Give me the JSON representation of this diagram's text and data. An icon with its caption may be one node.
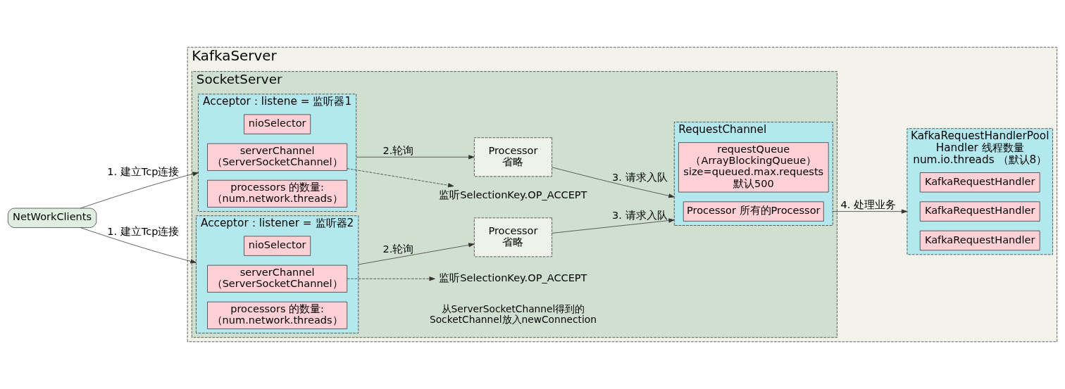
{
  "diagram": {
    "nodes": [
      {
        "text": [
          "KafkaServer"
        ]
      },
      {
        "text": [
          "SocketServer"
        ],
        "in": 0
      },
      {
        "text": [
          "Acceptor：listene = 监听器1"
        ],
        "in": 1
      },
      {
        "text": [
          "nioSelector"
        ],
        "in": 2
      },
      {
        "text": [
          "serverChannel （ServerSocketChannel）"
        ],
        "in": 2
      },
      {
        "text": [
          "processors 的数量: （num.network.threads）"
        ],
        "in": 2
      },
      {
        "text": [
          "监听SelectionKey.OP_ACCEPT"
        ],
        "in": 1
      },
      {
        "text": [
          "Processor",
          "省略"
        ],
        "in": 1
      },
      {
        "text": [
          "Acceptor：listener = 监听器2"
        ],
        "in": 1
      },
      {
        "text": [
          "nioSelector"
        ],
        "in": 8
      },
      {
        "text": [
          "serverChannel （ServerSocketChannel）"
        ],
        "in": 8
      },
      {
        "text": [
          "processors 的数量: （num.network.threads）"
        ],
        "in": 8
      },
      {
        "text": [
          "监听SelectionKey.OP_ACCEPT"
        ],
        "in": 1
      },
      {
        "text": [
          "Processor",
          "省略"
        ],
        "in": 1
      },
      {
        "text": [
          "RequestChannel"
        ],
        "in": 1
      },
      {
        "text": [
          "requestQueue",
          "（ArrayBlockingQueue） size=queued.max.requests 默认500"
        ],
        "in": 14
      },
      {
        "text": [
          "Processor 所有的Processor"
        ],
        "in": 14
      },
      {
        "text": [
          "KafkaRequestHandlerPool",
          "Handler 线程数量  num.io.threads （默认8）"
        ],
        "in": 0
      },
      {
        "text": [
          "KafkaRequestHandler"
        ],
        "in": 17
      },
      {
        "text": [
          "KafkaRequestHandler"
        ],
        "in": 17
      },
      {
        "text": [
          "KafkaRequestHandler"
        ],
        "in": 17
      },
      {
        "text": [
          "NetWorkClients"
        ]
      }
    ],
    "edges": [
      {
        "from": 21,
        "to": 2,
        "arrow": "to",
        "label": "1. 建立Tcp连接"
      },
      {
        "from": 21,
        "to": 8,
        "arrow": "to",
        "label": "1. 建立Tcp连接"
      },
      {
        "from": 4,
        "to": 6,
        "arrow": "to",
        "style": "dashed"
      },
      {
        "from": 2,
        "to": 7,
        "arrow": "to",
        "label": "2.轮询"
      },
      {
        "from": 10,
        "to": 12,
        "arrow": "to",
        "style": "dashed"
      },
      {
        "from": 8,
        "to": 13,
        "arrow": "to",
        "label": "2.轮询"
      },
      {
        "from": 7,
        "to": 14,
        "arrow": "to",
        "label": "3. 请求入队"
      },
      {
        "from": 13,
        "to": 14,
        "arrow": "to",
        "label": "3. 请求入队"
      },
      {
        "from": 14,
        "to": 17,
        "arrow": "to",
        "label": "4. 处理业务"
      }
    ],
    "labels": [
      "从ServerSocketChannel得到的 SocketChannel放入newConnection"
    ]
  }
}
